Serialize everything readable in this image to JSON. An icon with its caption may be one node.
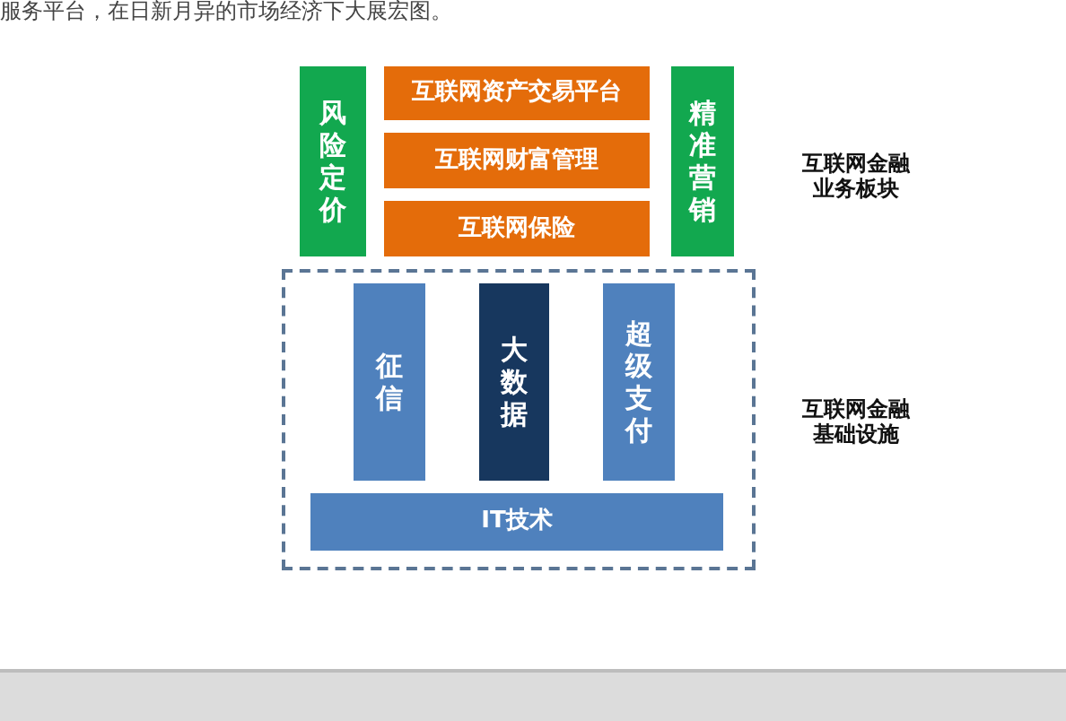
{
  "diagram": {
    "nodes": [
      {
        "text": [
          "风险定价"
        ]
      },
      {
        "text": [
          "互联网资产交易平台"
        ]
      },
      {
        "text": [
          "互联网财富管理"
        ]
      },
      {
        "text": [
          "互联网保险"
        ]
      },
      {
        "text": [
          "精准营销"
        ]
      },
      {
        "text": [],
        "shape": "box"
      },
      {
        "text": [
          "征信"
        ],
        "in": 5
      },
      {
        "text": [
          "大数据"
        ],
        "in": 5
      },
      {
        "text": [
          "超级支付"
        ],
        "in": 5
      },
      {
        "text": [
          "IT技术"
        ],
        "in": 5
      }
    ],
    "edges": [],
    "labels": [
      "服务平台，在日新月异的市场经济下大展宏图。",
      "互联网金融业务板块",
      "互联网金融基础设施"
    ]
  }
}
